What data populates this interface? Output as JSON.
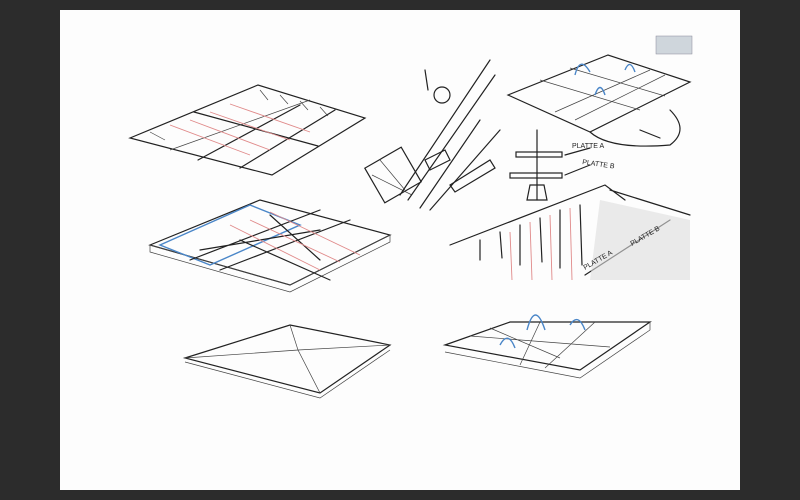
{
  "sketch_labels": {
    "plate_a_top": "PLATTE A",
    "plate_b_top": "PLATTE B",
    "plate_a_bottom": "PLATTE A",
    "plate_b_bottom": "PLATTE B"
  },
  "colors": {
    "background": "#2c2c2c",
    "paper": "#fdfdfd",
    "ink": "#222222",
    "red_pencil": "#e08a8a",
    "blue_pencil": "#4a86c8"
  }
}
